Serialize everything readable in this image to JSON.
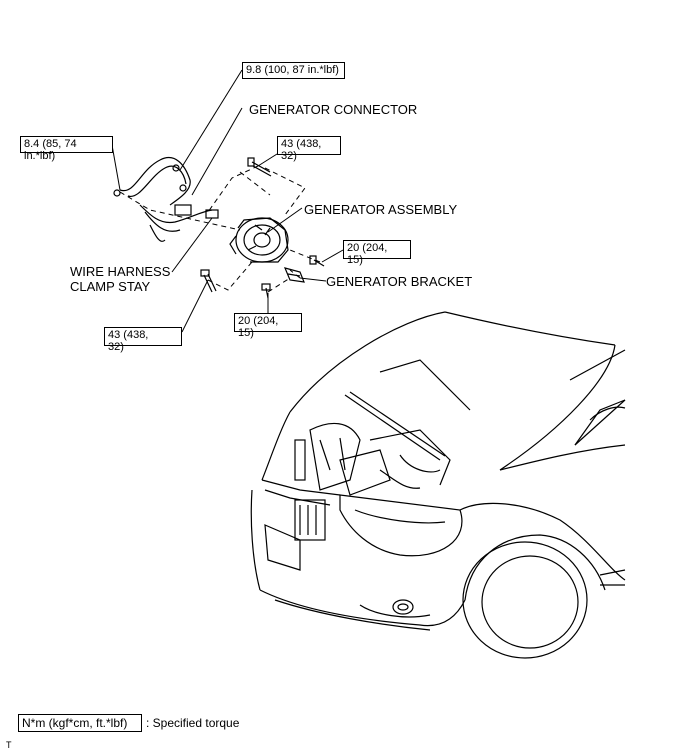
{
  "labels": {
    "generator_connector": "GENERATOR CONNECTOR",
    "generator_assembly": "GENERATOR ASSEMBLY",
    "generator_bracket": "GENERATOR BRACKET",
    "wire_harness_line1": "WIRE HARNESS",
    "wire_harness_line2": "CLAMP STAY"
  },
  "torques": {
    "t1": "9.8 (100, 87 in.*lbf)",
    "t2": "8.4 (85, 74 in.*lbf)",
    "t3_line1": "43 (438,",
    "t3_line2": "32)",
    "t4_line1": "20 (204,",
    "t4_line2": "15)",
    "t5_line1": "20 (204,",
    "t5_line2": "15)",
    "t6_line1": "43 (438,",
    "t6_line2": "32)"
  },
  "legend": {
    "unit": "N*m (kgf*cm, ft.*lbf)",
    "description": ": Specified torque"
  },
  "corner_mark": "T"
}
